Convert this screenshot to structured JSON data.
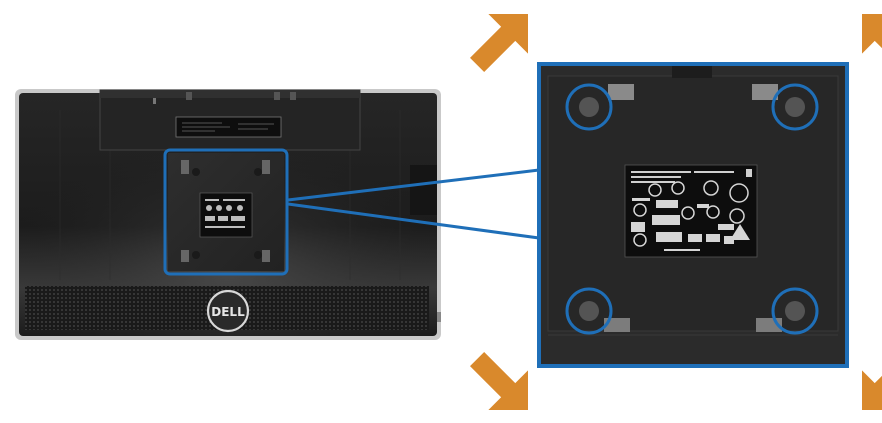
{
  "brand": {
    "logo_text": "DELL"
  },
  "colors": {
    "background": "#ffffff",
    "monitor_body": "#1f1f1f",
    "monitor_panel": "#2a2a2a",
    "highlight_blue": "#1f6fb8",
    "arrow_orange": "#d9892c",
    "label_plate": "#0d0d0d"
  },
  "callouts": {
    "circles": 4,
    "arrows": 4
  },
  "icons": [
    "monitor-back-illustration",
    "vesa-mount-detail",
    "release-arrow"
  ]
}
